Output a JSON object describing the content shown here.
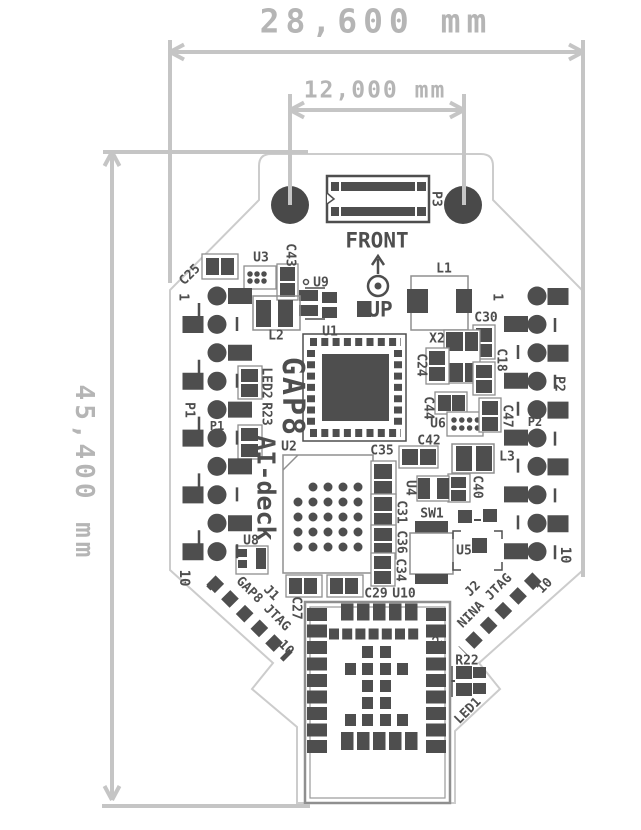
{
  "title": "AI-deck PCB mechanical drawing",
  "colors": {
    "silkscreen": "#4e4e4e",
    "dimension_lines": "#c5c5c5",
    "dimension_text": "#b5b5b5",
    "board_outline": "#cccccc"
  },
  "dimensions": {
    "board_width": "28,600 mm",
    "hole_spacing": "12,000 mm",
    "board_height": "45,400 mm"
  },
  "board": {
    "front": "FRONT",
    "up": "UP",
    "gap8": "GAP8",
    "ai_deck": "AI-deck"
  },
  "connectors": {
    "p1": "P1",
    "p2": "P2",
    "p3": "P3",
    "j1": "J1",
    "j1_desc": "GAP8 JTAG",
    "j2": "J2",
    "j2_desc": "NINA JTAG",
    "pin1": "1",
    "pin2": "2",
    "pin10": "10"
  },
  "components": {
    "u1": "U1",
    "u2": "U2",
    "u3": "U3",
    "u4": "U4",
    "u5": "U5",
    "u6": "U6",
    "u8": "U8",
    "u9": "U9",
    "u10": "U10",
    "l1": "L1",
    "l2": "L2",
    "l3": "L3",
    "x2": "X2",
    "sw1": "SW1",
    "led1": "LED1",
    "led2": "LED2",
    "r22": "R22",
    "r23": "R23",
    "c18": "C18",
    "c24": "C24",
    "c25": "C25",
    "c27": "C27",
    "c29": "C29",
    "c30": "C30",
    "c31": "C31",
    "c34": "C34",
    "c35": "C35",
    "c36": "C36",
    "c40": "C40",
    "c42": "C42",
    "c43": "C43",
    "c44": "C44",
    "c47": "C47"
  }
}
